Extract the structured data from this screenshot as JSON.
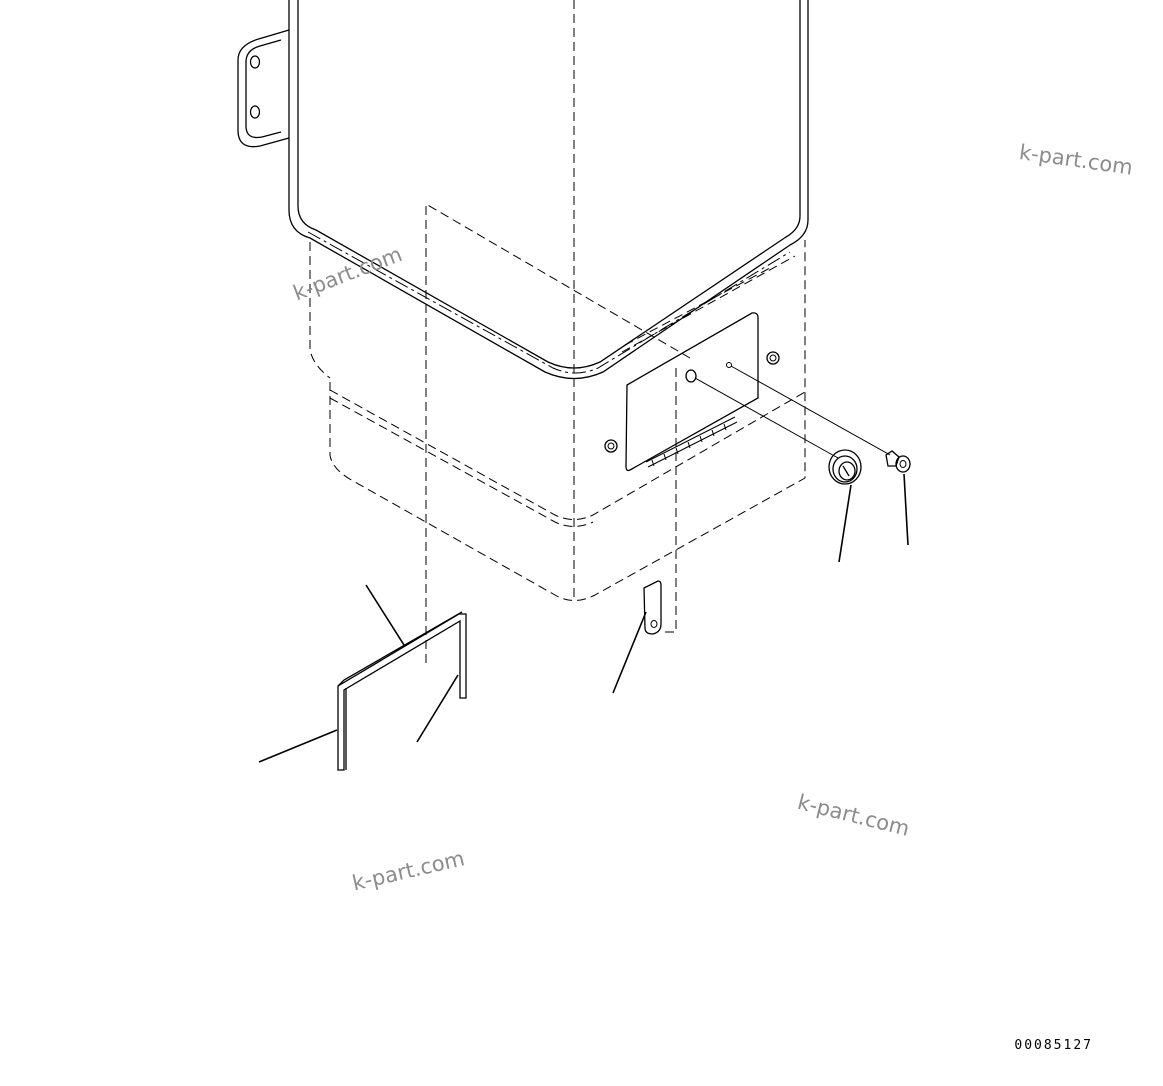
{
  "drawing": {
    "number": "00085127",
    "watermark_text": "k-part.com"
  },
  "watermarks": [
    {
      "text": "k-part.com"
    },
    {
      "text": "k-part.com"
    },
    {
      "text": "k-part.com"
    },
    {
      "text": "k-part.com"
    }
  ]
}
